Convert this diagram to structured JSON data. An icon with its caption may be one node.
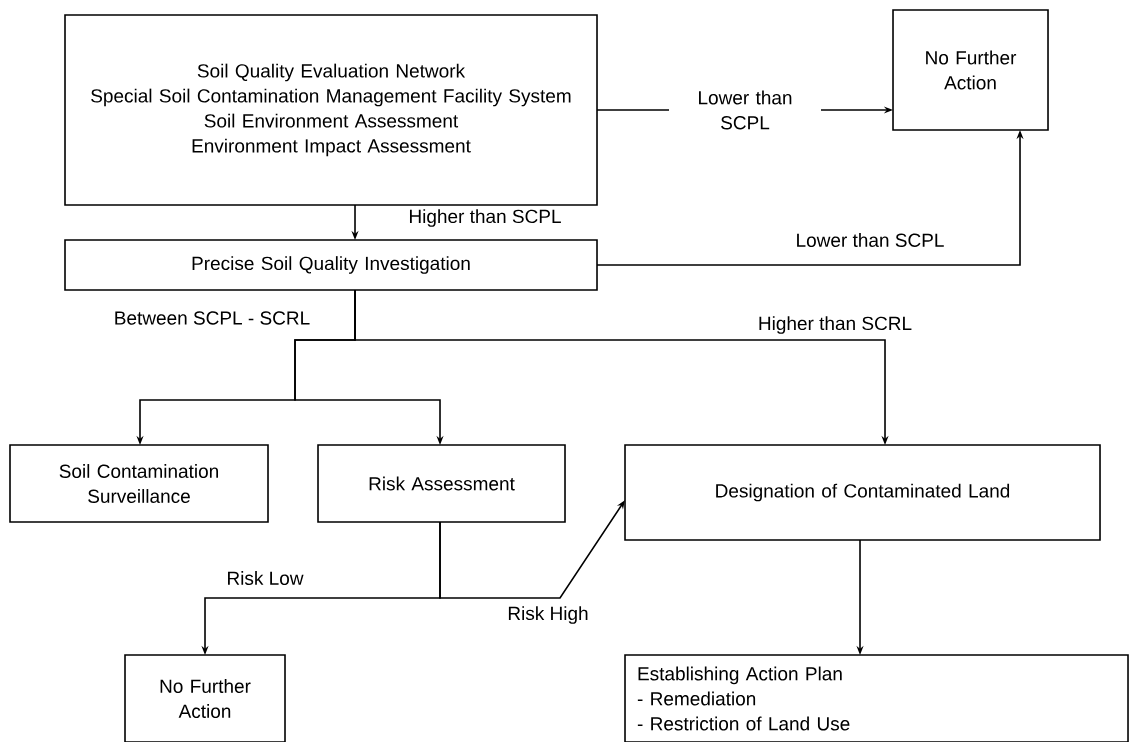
{
  "diagram": {
    "nodes": [
      {
        "text": [
          "Soil Quality Evaluation Network",
          "Special Soil Contamination Management Facility System",
          "Soil Environment Assessment",
          "Environment Impact Assessment"
        ]
      },
      {
        "text": [
          "No Further Action"
        ]
      },
      {
        "text": [
          "Precise Soil Quality Investigation"
        ]
      },
      {
        "text": [
          "Soil Contamination Surveillance"
        ]
      },
      {
        "text": [
          "Risk Assessment"
        ]
      },
      {
        "text": [
          "Designation of Contaminated Land"
        ]
      },
      {
        "text": [
          "No Further Action"
        ]
      },
      {
        "text": [
          "Establishing Action Plan",
          "- Remediation",
          "- Restriction of Land Use"
        ]
      }
    ],
    "edges": [
      {
        "from": 0,
        "to": 1,
        "arrow": "to",
        "label": "Lower than SCPL"
      },
      {
        "from": 0,
        "to": 2,
        "arrow": "to",
        "label": "Higher than SCPL"
      },
      {
        "from": 2,
        "to": 1,
        "arrow": "to",
        "label": "Lower than SCPL"
      },
      {
        "from": 2,
        "to": 3,
        "arrow": "to",
        "label": "Between SCPL - SCRL"
      },
      {
        "from": 2,
        "to": 4,
        "arrow": "to"
      },
      {
        "from": 2,
        "to": 5,
        "arrow": "to",
        "label": "Higher than SCRL"
      },
      {
        "from": 4,
        "to": 6,
        "arrow": "to",
        "label": "Risk Low"
      },
      {
        "from": 4,
        "to": 5,
        "arrow": "to",
        "label": "Risk High"
      },
      {
        "from": 5,
        "to": 7,
        "arrow": "to"
      }
    ]
  }
}
